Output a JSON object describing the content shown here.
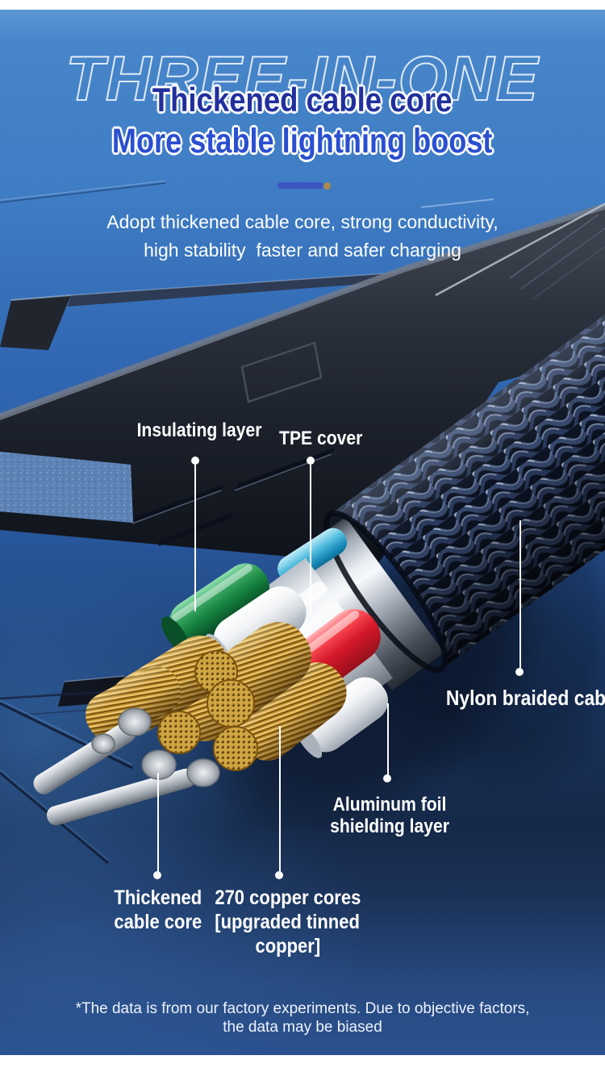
{
  "watermark": "THREE-IN-ONE",
  "heading": {
    "line1": "Thickened cable core",
    "line2": "More stable lightning boost"
  },
  "description": {
    "line1": "Adopt thickened cable core, strong conductivity,",
    "line2": "high stability  faster and safer charging"
  },
  "callouts": {
    "insulating_layer": {
      "label": "Insulating layer"
    },
    "tpe_cover": {
      "label": "TPE cover"
    },
    "nylon_braided_cable": {
      "label": "Nylon braided cable"
    },
    "aluminum_foil": {
      "line1": "Aluminum foil",
      "line2": "shielding layer"
    },
    "thickened_core": {
      "line1": "Thickened",
      "line2": "cable core"
    },
    "copper_cores": {
      "line1": "270 copper cores",
      "line2": "[upgraded tinned",
      "line3": "copper]"
    }
  },
  "footnote": {
    "line1": "*The data is from our factory experiments. Due to objective factors,",
    "line2": "the data may be biased"
  },
  "colors": {
    "accent_bar": "#3d55c2",
    "accent_dot": "#ab8a4b",
    "title_blue": "#212f9e",
    "subtitle_blue": "#2a4fd0",
    "label_white": "#ffffff",
    "background_blue": "#3268b3",
    "braid_navy": "#0c1322",
    "copper_gold": "#c89b38"
  }
}
